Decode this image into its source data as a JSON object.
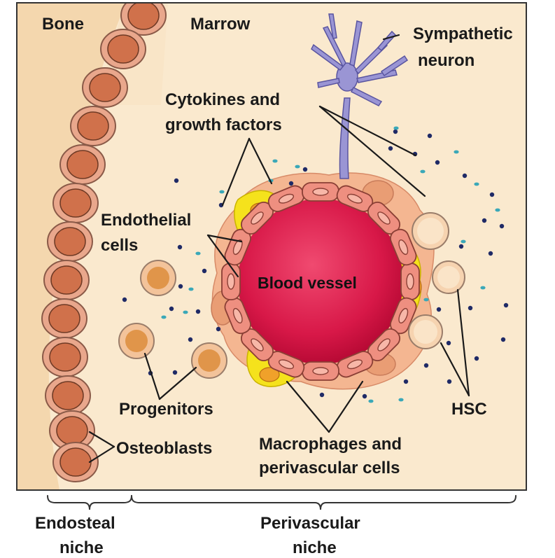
{
  "labels": {
    "bone": "Bone",
    "marrow": "Marrow",
    "sympathetic_line1": "Sympathetic",
    "sympathetic_line2": "neuron",
    "cytokines_line1": "Cytokines and",
    "cytokines_line2": "growth factors",
    "endothelial_line1": "Endothelial",
    "endothelial_line2": "cells",
    "blood_vessel": "Blood vessel",
    "progenitors": "Progenitors",
    "osteoblasts": "Osteoblasts",
    "macrophages_line1": "Macrophages and",
    "macrophages_line2": "perivascular cells",
    "hsc": "HSC",
    "endosteal_line1": "Endosteal",
    "endosteal_line2": "niche",
    "perivascular_line1": "Perivascular",
    "perivascular_line2": "niche"
  },
  "colors": {
    "marrow": "#fae6c8",
    "bone": "#f5d8ae",
    "osteoblast_outer": "#e9a78c",
    "osteoblast_inner": "#d0714b",
    "vessel_center": "#e8325e",
    "vessel_edge": "#c8103a",
    "endothelial": "#ee8f80",
    "perivascular": "#f4b691",
    "yellow": "#f5e21c",
    "neuron": "#9a95d4",
    "hsc": "#f6d3b0",
    "progenitor_outer": "#f3c39a",
    "progenitor_inner": "#e0954a",
    "dot_dark": "#1f2a66",
    "dot_teal": "#3aa8b8"
  }
}
